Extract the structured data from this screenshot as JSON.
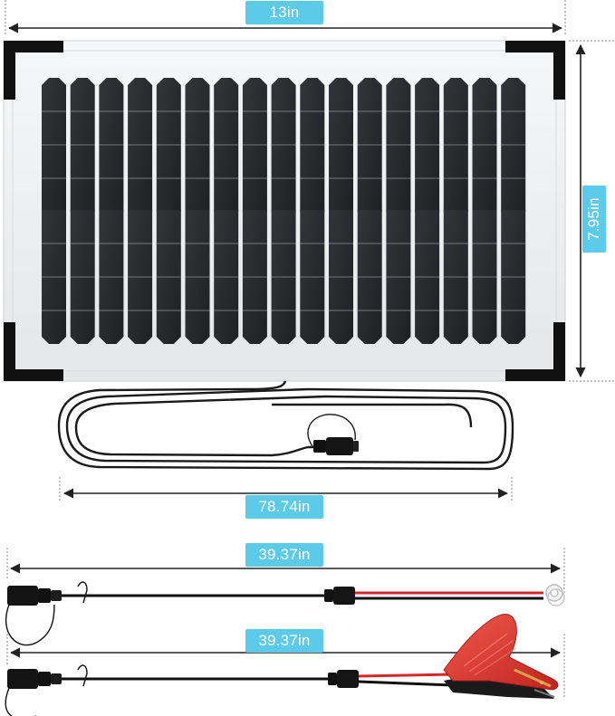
{
  "dimensions": {
    "panel_width": "13in",
    "panel_height": "7.95in",
    "panel_cable_length": "78.74in",
    "ring_cable_length": "39.37in",
    "clamp_cable_length": "39.37in"
  },
  "colors": {
    "label_background": "#5ccbea",
    "label_text": "#ffffff",
    "panel_frame": "#eef0f2",
    "corner_bracket": "#111111",
    "cell": "#2a2b2f",
    "cable": "#1a1a1a",
    "red_wire": "#d6262b",
    "clamp_red": "#d8322c",
    "dimension_line": "#222222"
  },
  "icons": {
    "solar_panel": "solar-panel-icon",
    "sae_connector": "sae-connector-icon",
    "ring_terminal": "ring-terminal-icon",
    "alligator_clamp": "alligator-clamp-icon"
  }
}
